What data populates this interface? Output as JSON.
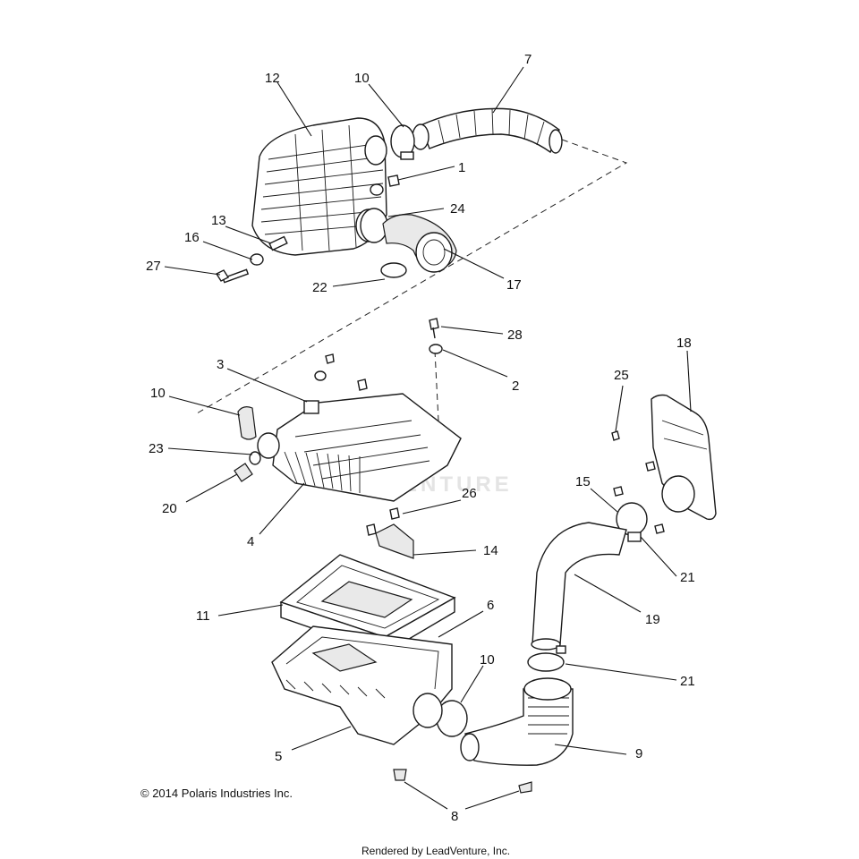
{
  "diagram": {
    "callouts": [
      "1",
      "2",
      "3",
      "4",
      "5",
      "6",
      "7",
      "8",
      "9",
      "10",
      "11",
      "12",
      "13",
      "14",
      "15",
      "16",
      "17",
      "18",
      "19",
      "20",
      "21",
      "22",
      "23",
      "24",
      "25",
      "26",
      "27",
      "28"
    ],
    "copyright": "© 2014 Polaris Industries Inc.",
    "rendered_by": "Rendered by LeadVenture, Inc.",
    "watermark": "VENTURE"
  }
}
